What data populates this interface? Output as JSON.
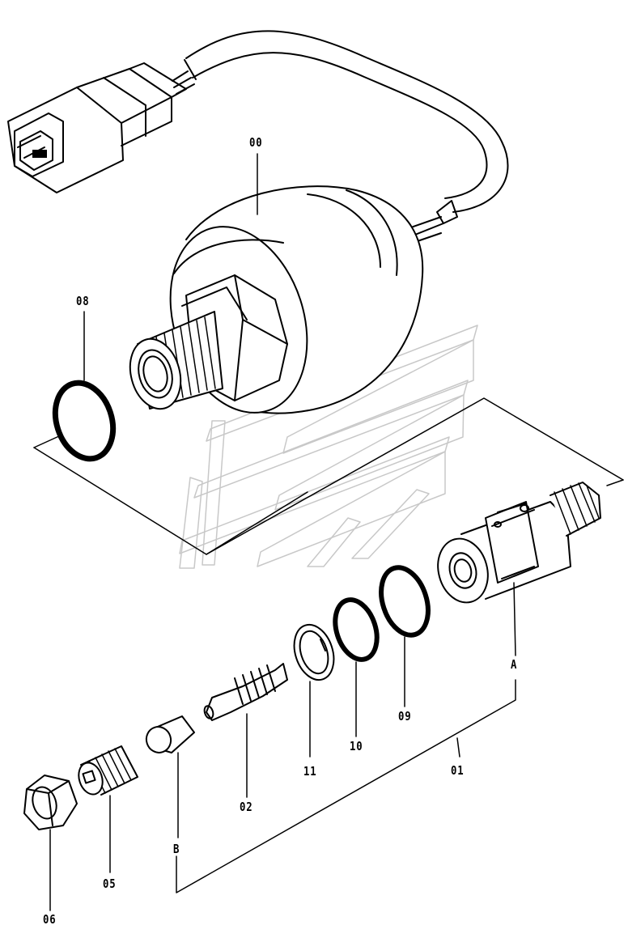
{
  "callouts": {
    "c00": "00",
    "c08": "08",
    "cA": "A",
    "c09": "09",
    "c10": "10",
    "c11": "11",
    "c01": "01",
    "c02": "02",
    "cB": "B",
    "c05": "05",
    "c06": "06"
  }
}
